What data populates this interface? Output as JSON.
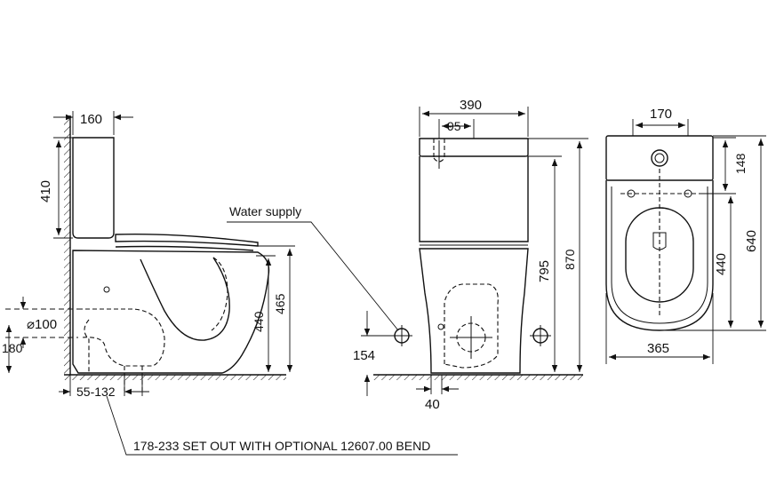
{
  "dimensions": {
    "side_tank_depth": "160",
    "side_tank_height": "410",
    "side_pipe_diameter": "⌀100",
    "side_pipe_height": "180",
    "side_setout": "55-132",
    "side_height_440": "440",
    "side_height_465": "465",
    "front_width": "390",
    "front_inlet_offset": "95",
    "front_height_870": "870",
    "front_height_795": "795",
    "front_inlet_height": "154",
    "front_bottom_offset": "40",
    "top_inlet_width": "170",
    "top_depth_148": "148",
    "top_depth_440": "440",
    "top_depth_640": "640",
    "top_width": "365"
  },
  "labels": {
    "water_supply": "Water supply",
    "bend_note": "178-233 SET OUT WITH OPTIONAL 12607.00 BEND"
  }
}
